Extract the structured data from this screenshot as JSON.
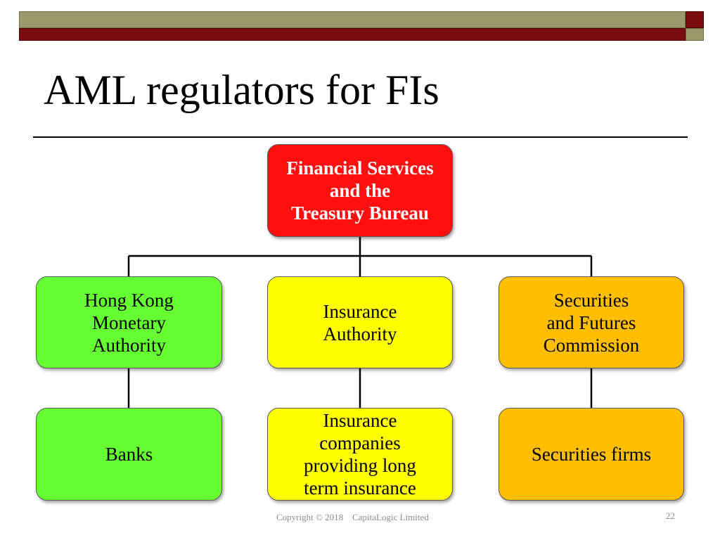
{
  "slide": {
    "title": "AML regulators for FIs",
    "footer": "Copyright © 2018    CapitaLogic Limited",
    "page_number": "22"
  },
  "colors": {
    "top_bar_olive": "#9a9a6c",
    "top_bar_maroon": "#7a0d0d",
    "root_box": "#ff0f0f",
    "hkma_branch": "#66ff33",
    "ia_branch": "#ffff00",
    "sfc_branch": "#ffbf00"
  },
  "org_chart": {
    "root": {
      "lines": [
        "Financial Services",
        "and the",
        "Treasury Bureau"
      ]
    },
    "regulators": [
      {
        "lines": [
          "Hong Kong",
          "Monetary",
          "Authority"
        ]
      },
      {
        "lines": [
          "Insurance",
          "Authority"
        ]
      },
      {
        "lines": [
          "Securities",
          "and Futures",
          "Commission"
        ]
      }
    ],
    "regulated": [
      {
        "lines": [
          "Banks"
        ]
      },
      {
        "lines": [
          "Insurance",
          "companies",
          "providing long",
          "term insurance"
        ]
      },
      {
        "lines": [
          "Securities firms"
        ]
      }
    ]
  }
}
